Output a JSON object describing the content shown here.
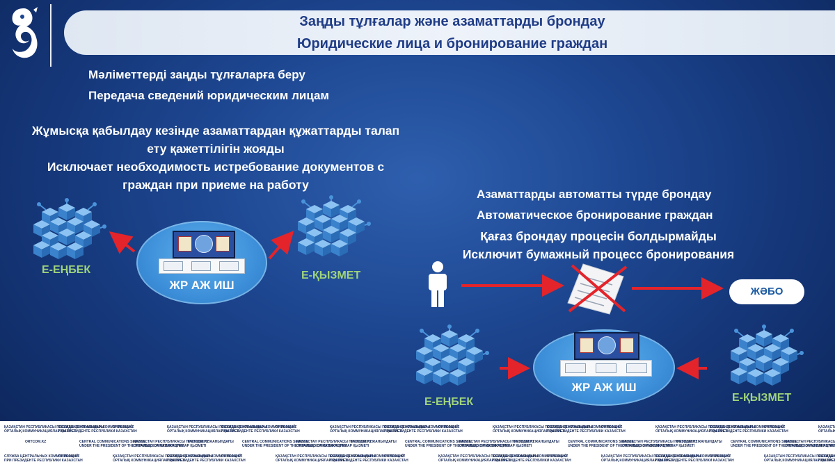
{
  "header": {
    "title_kz": "Заңды тұлғалар және азаматтарды брондау",
    "title_ru": "Юридические лица и бронирование граждан"
  },
  "left": {
    "sub_kz": "Мәліметтерді заңды тұлғаларға беру",
    "sub_ru": "Передача сведений юридическим лицам",
    "desc_kz": "Жұмысқа қабылдау кезінде азаматтардан құжаттарды талап ету қажеттілігін жояды",
    "desc_ru": "Исключает необходимость истребование документов с граждан при приеме на работу",
    "left_label": "Е-ЕҢБЕК",
    "right_label": "Е-ҚЫЗМЕТ",
    "center_label": "ЖР АЖ ИШ"
  },
  "right": {
    "sub_kz": "Азаматтарды автоматты түрде брондау",
    "sub_ru": "Автоматическое бронирование граждан",
    "desc_kz": "Қағаз брондау процесін болдырмайды",
    "desc_ru": "Исключит бумажный процесс бронирования",
    "jabo_label": "ЖӘБО",
    "left_label": "Е-ЕҢБЕК",
    "right_label": "Е-ҚЫЗМЕТ",
    "center_label": "ЖР АЖ ИШ"
  },
  "footer": {
    "t1a": "ҚАЗАҚСТАН РЕСПУБЛИКАСЫ ПРЕЗИДЕНТІ ЖАНЫНДАҒЫ",
    "t1b": "ОРТАЛЫҚ КОММУНИКАЦИЯЛАР ҚЫЗМЕТІ",
    "t2a": "СЛУЖБА ЦЕНТРАЛЬНЫХ КОММУНИКАЦИЙ",
    "t2b": "ПРИ ПРЕЗИДЕНТЕ РЕСПУБЛИКИ КАЗАХСТАН",
    "t3a": "CENTRAL COMMUNICATIONS SERVICE",
    "t3b": "UNDER THE PRESIDENT OF THE REPUBLIC OF KAZAKHSTAN",
    "site": "ORTCOM.KZ"
  },
  "colors": {
    "accent": "#1f3c86",
    "arrow": "#e3242b",
    "green": "#9fd37c",
    "cube": "#4a93db"
  }
}
